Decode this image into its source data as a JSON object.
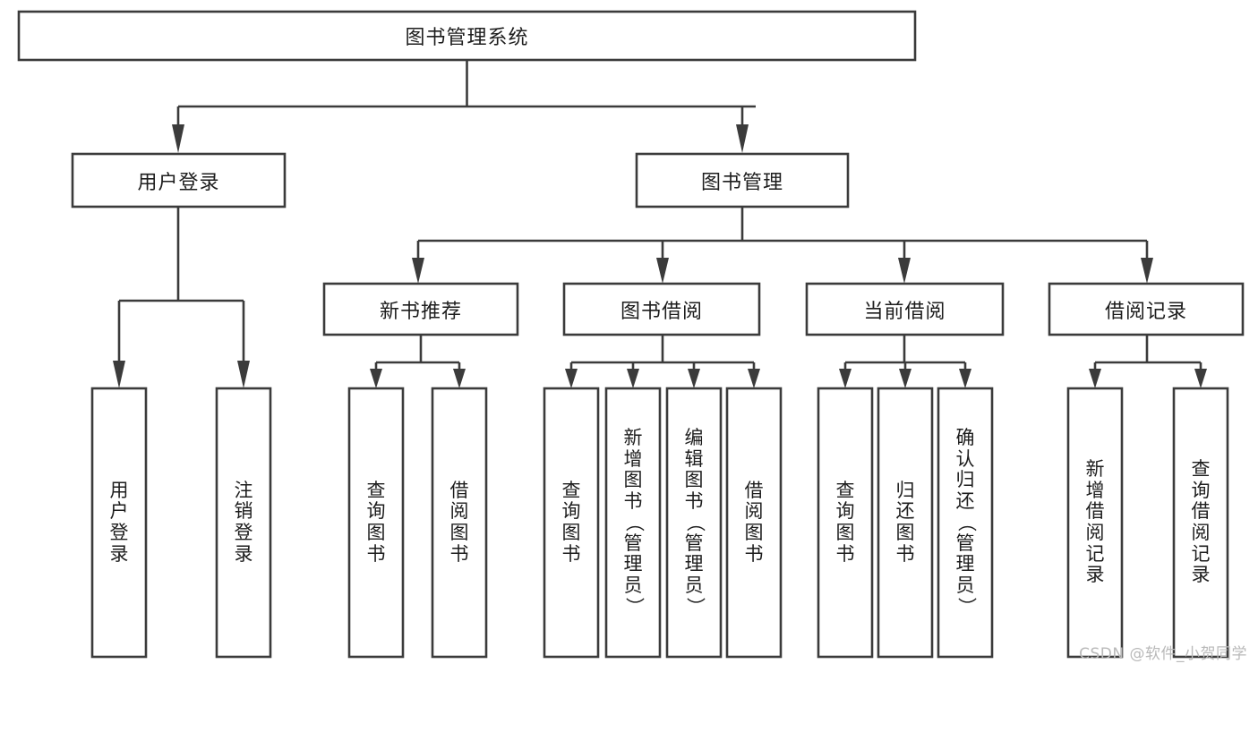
{
  "diagram": {
    "title": "图书管理系统",
    "watermark": "CSDN @软件_小贺同学",
    "colors": {
      "stroke": "#3b3b3b",
      "fill": "#ffffff",
      "text": "#1d1d1d",
      "watermark": "#b9b9b9"
    },
    "root": {
      "label": "图书管理系统",
      "id": "root-system"
    },
    "level2": [
      {
        "id": "user-login",
        "label": "用户登录"
      },
      {
        "id": "book-management",
        "label": "图书管理"
      }
    ],
    "level3": [
      {
        "id": "new-book-recommend",
        "label": "新书推荐",
        "parent": "book-management"
      },
      {
        "id": "book-borrow",
        "label": "图书借阅",
        "parent": "book-management"
      },
      {
        "id": "current-borrow",
        "label": "当前借阅",
        "parent": "book-management"
      },
      {
        "id": "borrow-record",
        "label": "借阅记录",
        "parent": "book-management"
      }
    ],
    "leaves": {
      "user-login": [
        {
          "id": "leaf-user-login",
          "label": "用户登录"
        },
        {
          "id": "leaf-logout-login",
          "label": "注销登录"
        }
      ],
      "new-book-recommend": [
        {
          "id": "leaf-query-book-1",
          "label": "查询图书"
        },
        {
          "id": "leaf-borrow-book-1",
          "label": "借阅图书"
        }
      ],
      "book-borrow": [
        {
          "id": "leaf-query-book-2",
          "label": "查询图书"
        },
        {
          "id": "leaf-add-book-admin",
          "label": "新增图书（管理员）"
        },
        {
          "id": "leaf-edit-book-admin",
          "label": "编辑图书（管理员）"
        },
        {
          "id": "leaf-borrow-book-2",
          "label": "借阅图书"
        }
      ],
      "current-borrow": [
        {
          "id": "leaf-query-book-3",
          "label": "查询图书"
        },
        {
          "id": "leaf-return-book",
          "label": "归还图书"
        },
        {
          "id": "leaf-confirm-return-admin",
          "label": "确认归还（管理员）"
        }
      ],
      "borrow-record": [
        {
          "id": "leaf-add-borrow-record",
          "label": "新增借阅记录"
        },
        {
          "id": "leaf-query-borrow-record",
          "label": "查询借阅记录"
        }
      ]
    }
  }
}
